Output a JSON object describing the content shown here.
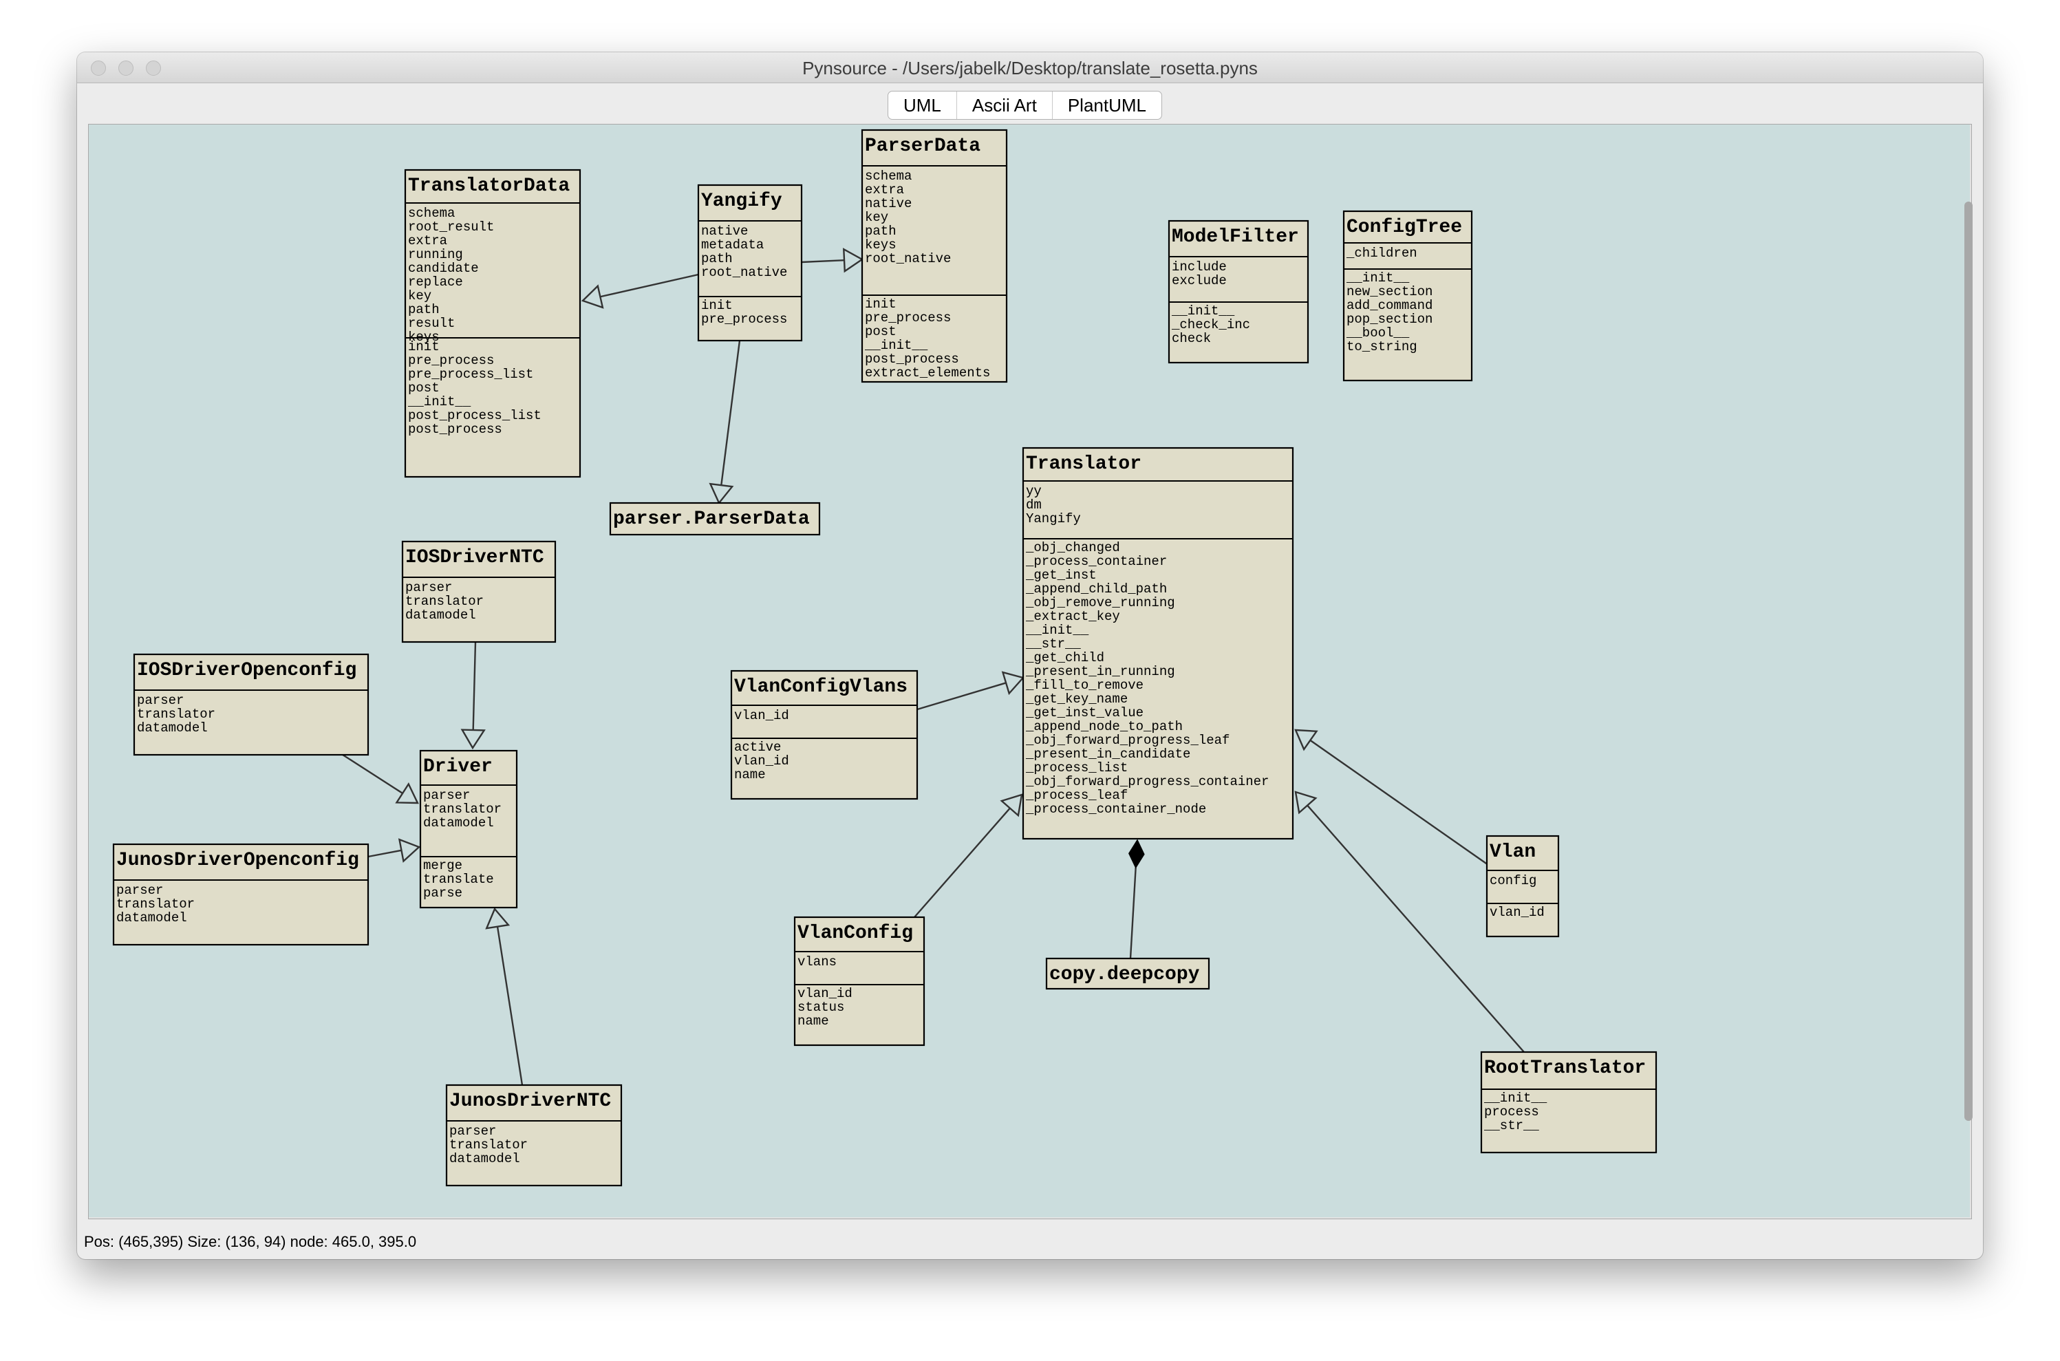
{
  "window": {
    "title": "Pynsource - /Users/jabelk/Desktop/translate_rosetta.pyns"
  },
  "tabs": [
    "UML",
    "Ascii Art",
    "PlantUML"
  ],
  "status": "Pos: (465,395)  Size: (136, 94) node: 465.0, 395.0",
  "colors": {
    "canvas": "#cbdddd",
    "node_fill": "#e0ddc9",
    "node_border": "#000000",
    "edge": "#333333"
  },
  "diagram": {
    "classes": [
      {
        "id": "translatordata",
        "name": "TranslatorData",
        "attrs": [
          "schema",
          "root_result",
          "extra",
          "running",
          "candidate",
          "replace",
          "key",
          "path",
          "result",
          "keys"
        ],
        "methods": [
          "init",
          "pre_process",
          "pre_process_list",
          "post",
          "__init__",
          "post_process_list",
          "post_process"
        ]
      },
      {
        "id": "yangify",
        "name": "Yangify",
        "attrs": [
          "native",
          "metadata",
          "path",
          "root_native"
        ],
        "methods": [
          "init",
          "pre_process"
        ]
      },
      {
        "id": "parserdata",
        "name": "ParserData",
        "attrs": [
          "schema",
          "extra",
          "native",
          "key",
          "path",
          "keys",
          "root_native"
        ],
        "methods": [
          "init",
          "pre_process",
          "post",
          "__init__",
          "post_process",
          "extract_elements"
        ]
      },
      {
        "id": "modelfilter",
        "name": "ModelFilter",
        "attrs": [
          "include",
          "exclude"
        ],
        "methods": [
          "__init__",
          "_check_inc",
          "check"
        ]
      },
      {
        "id": "configtree",
        "name": "ConfigTree",
        "attrs": [
          "_children"
        ],
        "methods": [
          "__init__",
          "new_section",
          "add_command",
          "pop_section",
          "__bool__",
          "to_string"
        ]
      },
      {
        "id": "parser_parserdata",
        "name": "parser.ParserData",
        "attrs": null,
        "methods": null
      },
      {
        "id": "translator",
        "name": "Translator",
        "attrs": [
          "yy",
          "dm",
          "Yangify"
        ],
        "methods": [
          "_obj_changed",
          "_process_container",
          "_get_inst",
          "_append_child_path",
          "_obj_remove_running",
          "_extract_key",
          "__init__",
          "__str__",
          "_get_child",
          "_present_in_running",
          "_fill_to_remove",
          "_get_key_name",
          "_get_inst_value",
          "_append_node_to_path",
          "_obj_forward_progress_leaf",
          "_present_in_candidate",
          "_process_list",
          "_obj_forward_progress_container",
          "_process_leaf",
          "_process_container_node"
        ]
      },
      {
        "id": "iosdriverntc",
        "name": "IOSDriverNTC",
        "attrs": [
          "parser",
          "translator",
          "datamodel"
        ],
        "methods": null
      },
      {
        "id": "iosdriveropenconfig",
        "name": "IOSDriverOpenconfig",
        "attrs": [
          "parser",
          "translator",
          "datamodel"
        ],
        "methods": null
      },
      {
        "id": "driver",
        "name": "Driver",
        "attrs": [
          "parser",
          "translator",
          "datamodel"
        ],
        "methods": [
          "merge",
          "translate",
          "parse"
        ]
      },
      {
        "id": "junosdriveropenconfig",
        "name": "JunosDriverOpenconfig",
        "attrs": [
          "parser",
          "translator",
          "datamodel"
        ],
        "methods": null
      },
      {
        "id": "junosdriverntc",
        "name": "JunosDriverNTC",
        "attrs": [
          "parser",
          "translator",
          "datamodel"
        ],
        "methods": null
      },
      {
        "id": "vlanconfigvlans",
        "name": "VlanConfigVlans",
        "attrs": [
          "vlan_id"
        ],
        "methods": [
          "active",
          "vlan_id",
          "name"
        ]
      },
      {
        "id": "vlanconfig",
        "name": "VlanConfig",
        "attrs": [
          "vlans"
        ],
        "methods": [
          "vlan_id",
          "status",
          "name"
        ]
      },
      {
        "id": "copy_deepcopy",
        "name": "copy.deepcopy",
        "attrs": null,
        "methods": null
      },
      {
        "id": "vlan",
        "name": "Vlan",
        "attrs": [
          "config"
        ],
        "methods": [
          "vlan_id"
        ]
      },
      {
        "id": "roottranslator",
        "name": "RootTranslator",
        "attrs": null,
        "methods": [
          "__init__",
          "process",
          "__str__"
        ]
      }
    ],
    "edges": [
      {
        "from": "yangify",
        "to": "translatordata",
        "type": "inherits"
      },
      {
        "from": "yangify",
        "to": "parserdata",
        "type": "inherits"
      },
      {
        "from": "yangify",
        "to": "parser_parserdata",
        "type": "inherits"
      },
      {
        "from": "iosdriverntc",
        "to": "driver",
        "type": "inherits"
      },
      {
        "from": "iosdriveropenconfig",
        "to": "driver",
        "type": "inherits"
      },
      {
        "from": "junosdriveropenconfig",
        "to": "driver",
        "type": "inherits"
      },
      {
        "from": "junosdriverntc",
        "to": "driver",
        "type": "inherits"
      },
      {
        "from": "vlanconfigvlans",
        "to": "translator",
        "type": "inherits"
      },
      {
        "from": "vlanconfig",
        "to": "translator",
        "type": "inherits"
      },
      {
        "from": "vlan",
        "to": "translator",
        "type": "inherits"
      },
      {
        "from": "roottranslator",
        "to": "translator",
        "type": "inherits"
      },
      {
        "from": "copy_deepcopy",
        "to": "translator",
        "type": "composition"
      }
    ]
  }
}
